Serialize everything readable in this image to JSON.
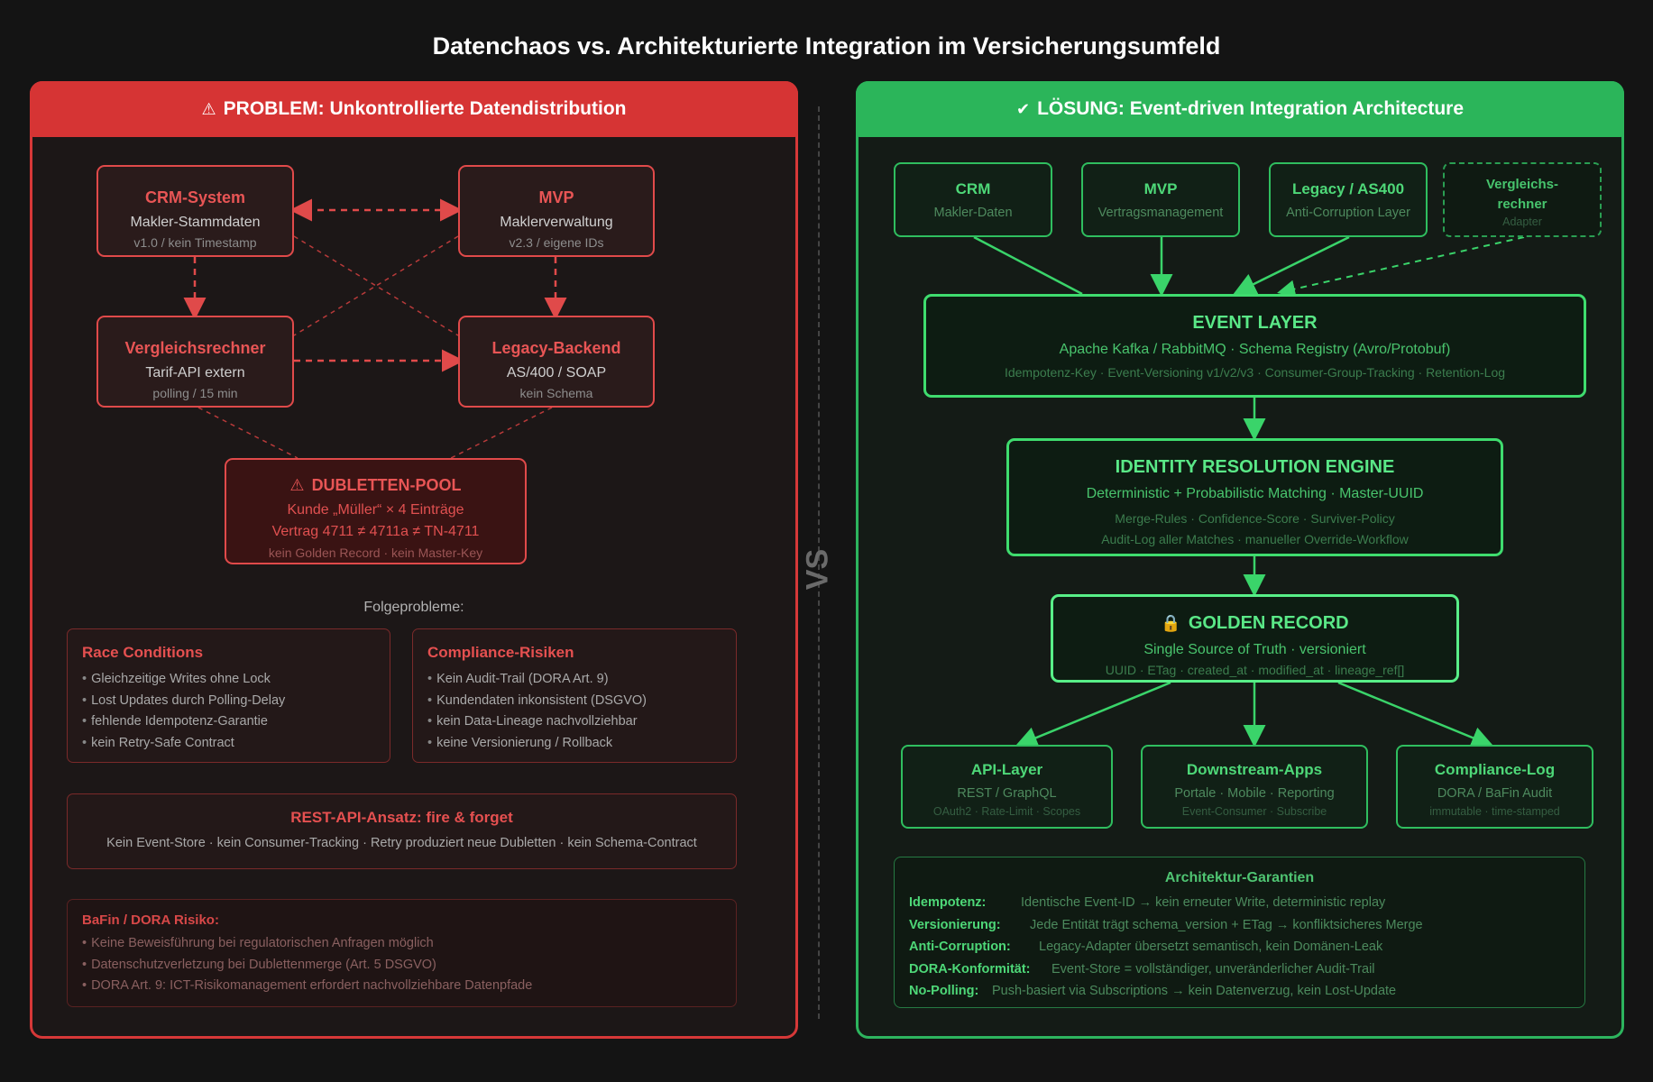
{
  "title": "Datenchaos vs. Architekturierte Integration im Versicherungsumfeld",
  "vs": "VS",
  "colors": {
    "problem": "#d63434",
    "solution": "#2bb55a",
    "background": "#141414"
  },
  "problem": {
    "header": "PROBLEM: Unkontrollierte Datendistribution",
    "header_icon": "warning-icon",
    "systems": {
      "crm": {
        "title": "CRM-System",
        "sub": "Makler-Stammdaten",
        "meta": "v1.0 / kein Timestamp"
      },
      "mvp": {
        "title": "MVP",
        "sub": "Maklerverwaltung",
        "meta": "v2.3 / eigene IDs"
      },
      "vergleich": {
        "title": "Vergleichsrechner",
        "sub": "Tarif-API extern",
        "meta": "polling / 15 min"
      },
      "legacy": {
        "title": "Legacy-Backend",
        "sub": "AS/400 / SOAP",
        "meta": "kein Schema"
      }
    },
    "pool": {
      "title": "DUBLETTEN-POOL",
      "icon": "warning-icon",
      "line1": "Kunde „Müller“ × 4 Einträge",
      "line2": "Vertrag 4711 ≠ 4711a ≠ TN-4711",
      "meta": "kein Golden Record · kein Master-Key"
    },
    "folge_label": "Folgeprobleme:",
    "race": {
      "title": "Race Conditions",
      "items": [
        "Gleichzeitige Writes ohne Lock",
        "Lost Updates durch Polling-Delay",
        "fehlende Idempotenz-Garantie",
        "kein Retry-Safe Contract"
      ]
    },
    "compliance": {
      "title": "Compliance-Risiken",
      "items": [
        "Kein Audit-Trail (DORA Art. 9)",
        "Kundendaten inkonsistent (DSGVO)",
        "kein Data-Lineage nachvollziehbar",
        "keine Versionierung / Rollback"
      ]
    },
    "rest": {
      "title": "REST-API-Ansatz: fire & forget",
      "sub": "Kein Event-Store · kein Consumer-Tracking · Retry produziert neue Dubletten · kein Schema-Contract"
    },
    "bafin": {
      "title": "BaFin / DORA Risiko:",
      "items": [
        "Keine Beweisführung bei regulatorischen Anfragen möglich",
        "Datenschutzverletzung bei Dublettenmerge (Art. 5 DSGVO)",
        "DORA Art. 9: ICT-Risikomanagement erfordert nachvollziehbare Datenpfade"
      ]
    }
  },
  "solution": {
    "header": "LÖSUNG: Event-driven Integration Architecture",
    "header_icon": "check-icon",
    "sources": [
      {
        "title": "CRM",
        "sub": "Makler-Daten"
      },
      {
        "title": "MVP",
        "sub": "Vertragsmanagement"
      },
      {
        "title": "Legacy / AS400",
        "sub": "Anti-Corruption Layer"
      },
      {
        "title": "Vergleichs-\nrechner",
        "sub": "Adapter"
      }
    ],
    "event": {
      "title": "EVENT LAYER",
      "sub": "Apache Kafka / RabbitMQ · Schema Registry (Avro/Protobuf)",
      "meta": "Idempotenz-Key · Event-Versioning v1/v2/v3 · Consumer-Group-Tracking · Retention-Log"
    },
    "identity": {
      "title": "IDENTITY RESOLUTION ENGINE",
      "sub": "Deterministic + Probabilistic Matching · Master-UUID",
      "meta1": "Merge-Rules · Confidence-Score · Surviver-Policy",
      "meta2": "Audit-Log aller Matches · manueller Override-Workflow"
    },
    "golden": {
      "title": "GOLDEN RECORD",
      "icon": "lock-icon",
      "sub": "Single Source of Truth · versioniert",
      "meta": "UUID · ETag · created_at · modified_at · lineage_ref[]"
    },
    "outputs": [
      {
        "title": "API-Layer",
        "sub": "REST / GraphQL",
        "meta": "OAuth2 · Rate-Limit · Scopes"
      },
      {
        "title": "Downstream-Apps",
        "sub": "Portale · Mobile · Reporting",
        "meta": "Event-Consumer · Subscribe"
      },
      {
        "title": "Compliance-Log",
        "sub": "DORA / BaFin Audit",
        "meta": "immutable · time-stamped"
      }
    ],
    "guarantees": {
      "title": "Architektur-Garantien",
      "rows": [
        {
          "key": "Idempotenz:",
          "value": "Identische Event-ID → kein erneuter Write, deterministic replay"
        },
        {
          "key": "Versionierung:",
          "value": "Jede Entität trägt schema_version + ETag → konfliktsicheres Merge"
        },
        {
          "key": "Anti-Corruption:",
          "value": "Legacy-Adapter übersetzt semantisch, kein Domänen-Leak"
        },
        {
          "key": "DORA-Konformität:",
          "value": "Event-Store = vollständiger, unveränderlicher Audit-Trail"
        },
        {
          "key": "No-Polling:",
          "value": "Push-basiert via Subscriptions → kein Datenverzug, kein Lost-Update"
        }
      ]
    }
  }
}
